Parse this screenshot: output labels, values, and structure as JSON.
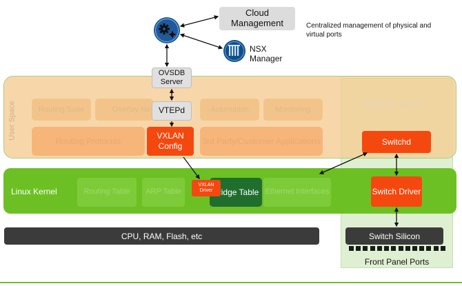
{
  "management": {
    "cloud": "Cloud Management",
    "nsx": "NSX Manager",
    "note": "Centralized management of physical and virtual ports"
  },
  "user_space": {
    "label": "User Space",
    "switch_hal": "Switch HAL",
    "ovsdb": "OVSDB Server",
    "vtepd": "VTEPd",
    "vxlan_config": "VXLAN Config",
    "switchd": "Switchd",
    "faded_top": [
      "Routing Suite",
      "Overlay Ne",
      "Automation",
      "Monitoring"
    ],
    "routing_protocols": "Routing Protocols",
    "third_party": "3rd Party/Customer Applications"
  },
  "kernel": {
    "label": "Linux Kernel",
    "routing_table": "Routing Table",
    "arp_table": "ARP Table",
    "vxlan_driver": "VXLAN Driver",
    "bridge_table": "Bridge Table",
    "ethernet_interfaces": "Ethernet Interfaces",
    "switch_driver": "Switch Driver"
  },
  "hardware": {
    "cpu": "CPU, RAM, Flash, etc",
    "switch_silicon": "Switch Silicon",
    "front_panel_ports": "Front Panel Ports"
  },
  "colors": {
    "accent_red": "#f5480f",
    "kernel_green": "#6dc024",
    "bridge_green": "#1f6e2e",
    "user_space_orange": "#f5ce96"
  }
}
